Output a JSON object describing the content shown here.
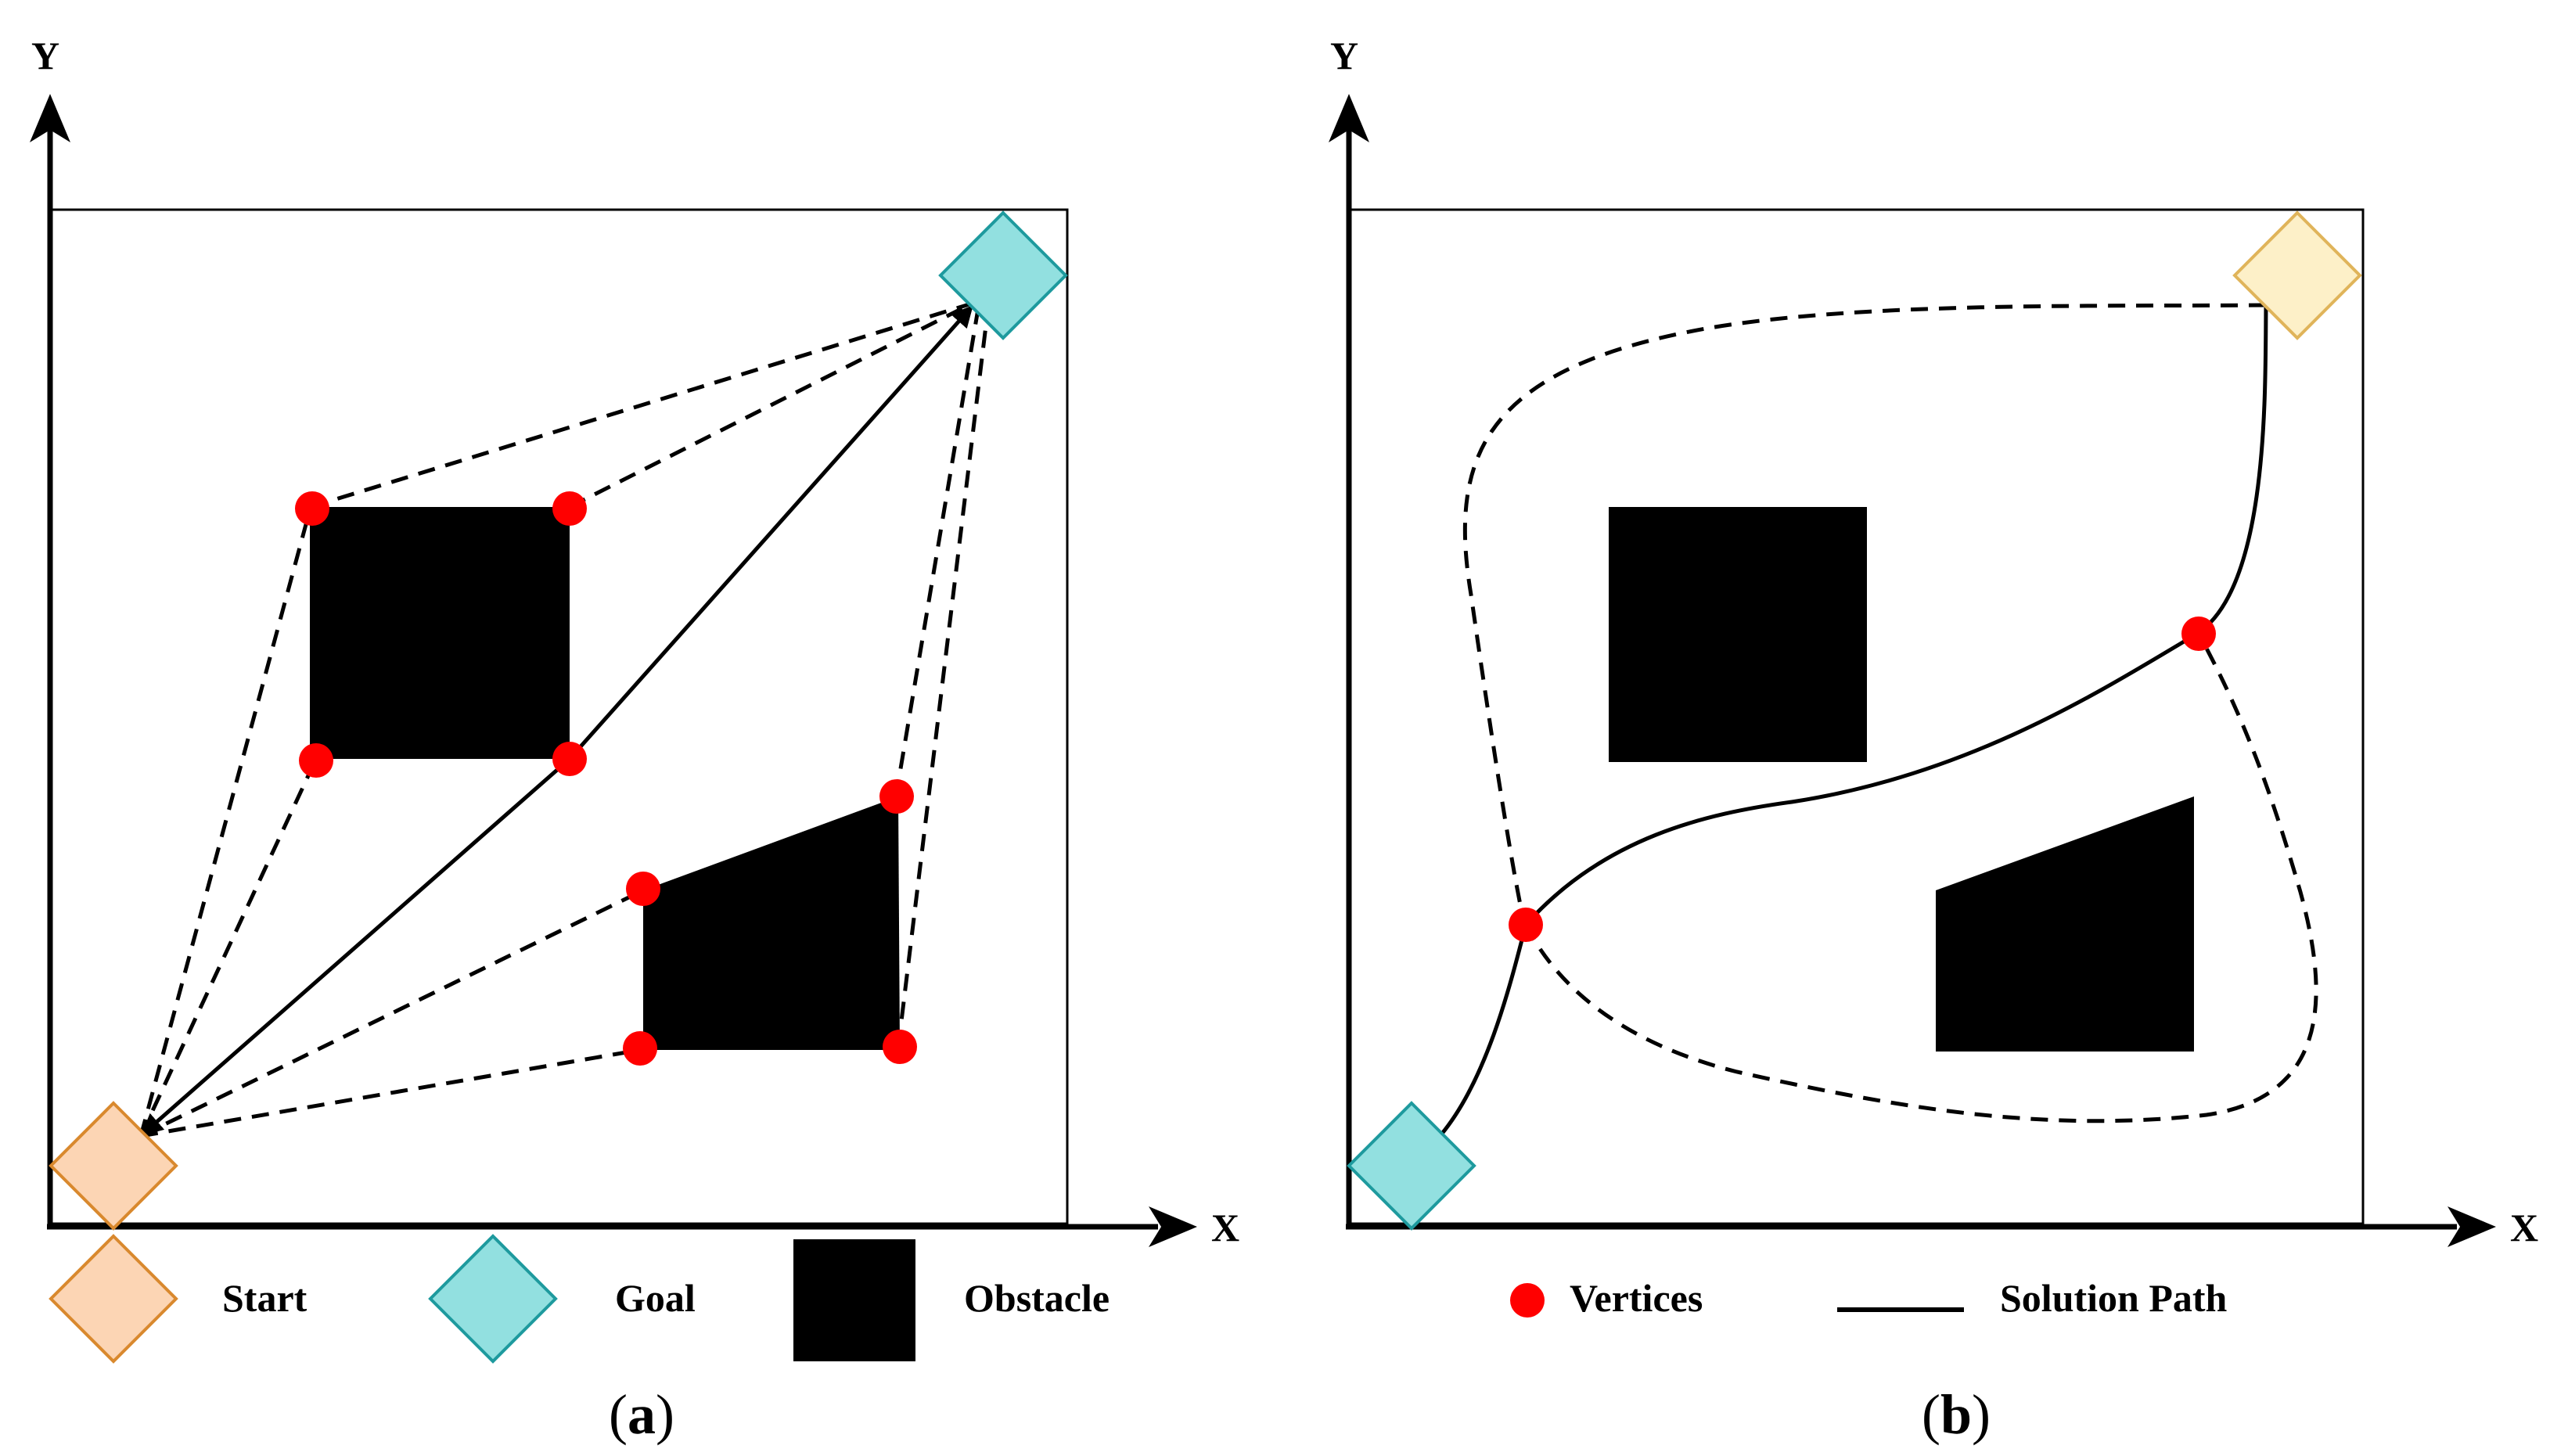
{
  "panel_a": {
    "axis_x": "X",
    "axis_y": "Y",
    "caption_letter": "a",
    "legend": {
      "start": "Start",
      "goal": "Goal",
      "obstacle": "Obstacle"
    },
    "colors": {
      "start_fill": "#fcd5b4",
      "start_stroke": "#d9892e",
      "goal_fill": "#92e0e0",
      "goal_stroke": "#1e9a9e",
      "vertex": "#ff0000",
      "obstacle": "#000000"
    }
  },
  "panel_b": {
    "axis_x": "X",
    "axis_y": "Y",
    "caption_letter": "b",
    "legend": {
      "vertices": "Vertices",
      "solution_path": "Solution Path"
    },
    "colors": {
      "goal_fill": "#fdf0c8",
      "goal_stroke": "#e0b45a",
      "start_fill": "#92e0e0",
      "start_stroke": "#1e9a9e",
      "vertex": "#ff0000"
    }
  }
}
